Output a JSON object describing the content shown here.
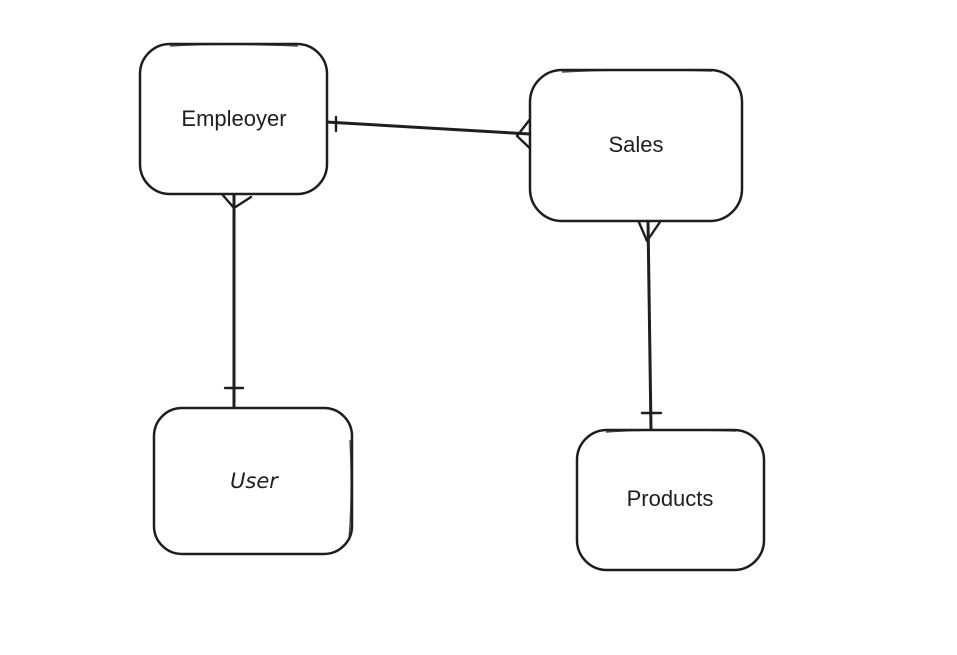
{
  "entities": {
    "employer": {
      "label": "Empleoyer"
    },
    "sales": {
      "label": "Sales"
    },
    "user": {
      "label": "User"
    },
    "products": {
      "label": "Products"
    }
  },
  "relationships": [
    {
      "from": "employer",
      "to": "sales",
      "from_cardinality": "one",
      "to_cardinality": "many"
    },
    {
      "from": "employer",
      "to": "user",
      "from_cardinality": "many",
      "to_cardinality": "one"
    },
    {
      "from": "sales",
      "to": "products",
      "from_cardinality": "many",
      "to_cardinality": "one"
    }
  ],
  "colors": {
    "stroke": "#1e1e1e",
    "background": "#ffffff"
  }
}
